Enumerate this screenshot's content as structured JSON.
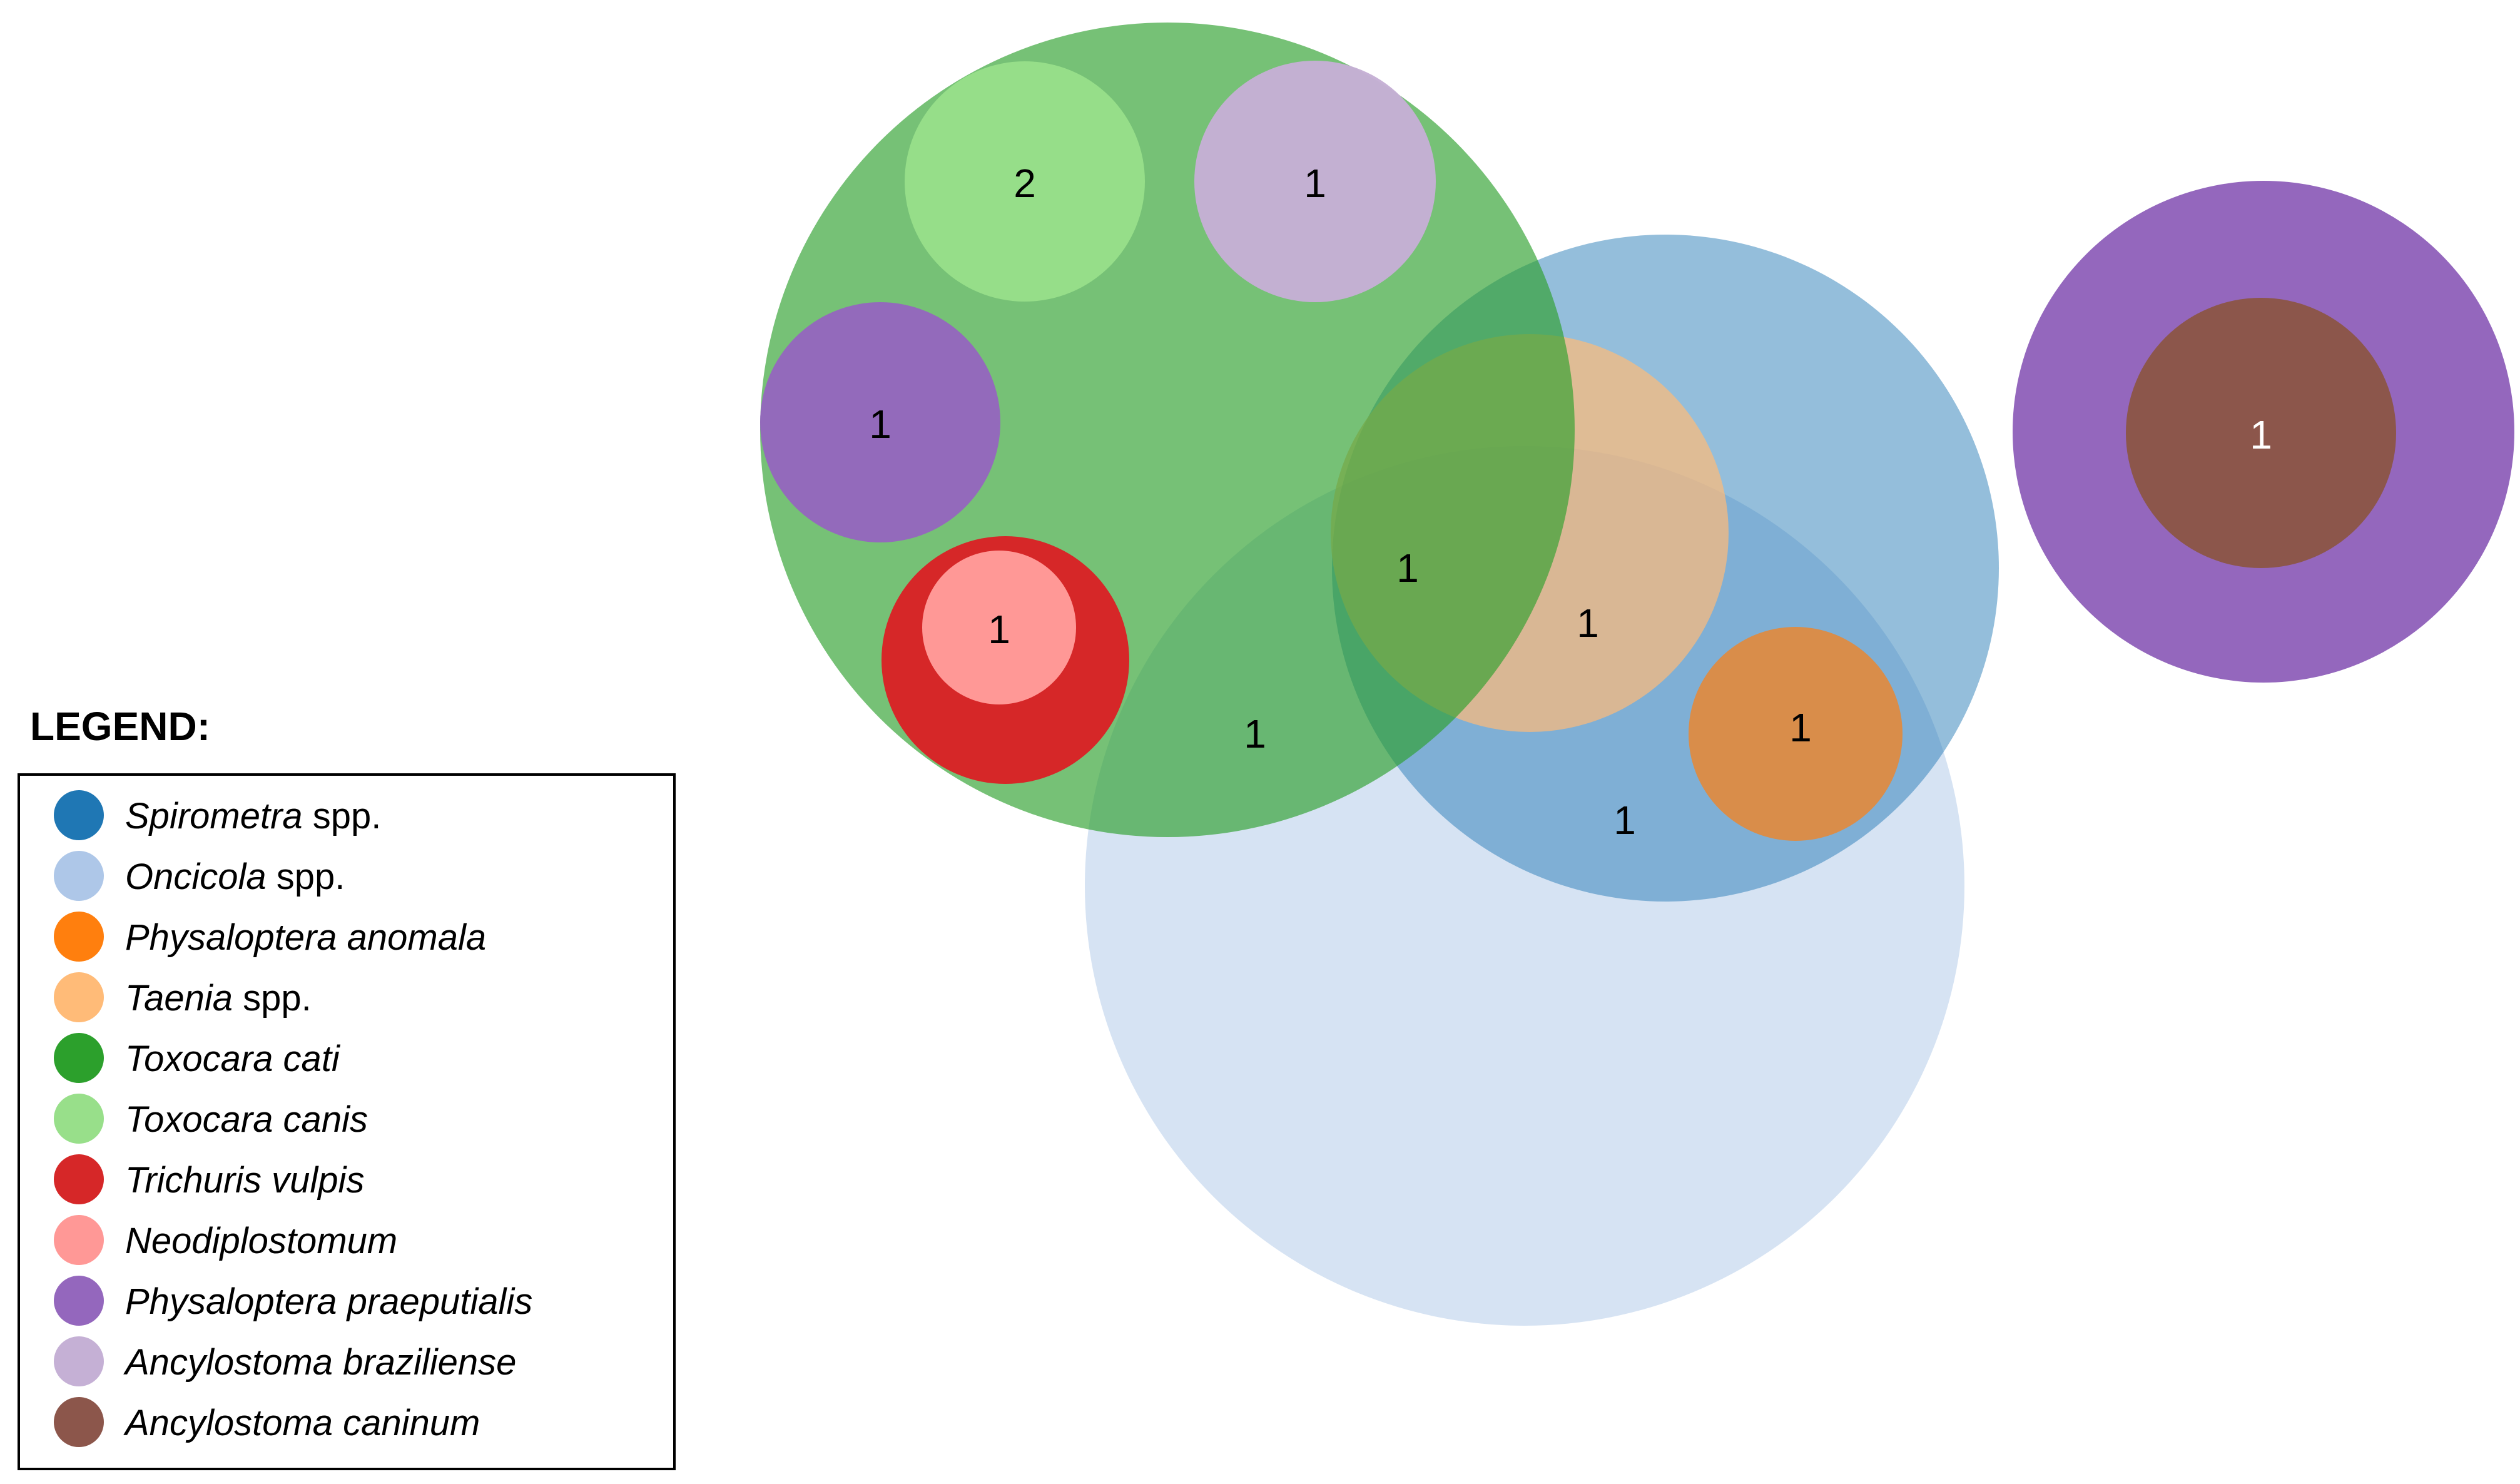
{
  "legend": {
    "title": "LEGEND:",
    "items": [
      {
        "id": "spirometra",
        "genus": "Spirometra",
        "suffix": " spp.",
        "color": "#1f77b4"
      },
      {
        "id": "oncicola",
        "genus": "Oncicola",
        "suffix": " spp.",
        "color": "#aec7e8"
      },
      {
        "id": "physaloptera-anomala",
        "genus": "Physaloptera anomala",
        "suffix": "",
        "color": "#ff7f0e"
      },
      {
        "id": "taenia",
        "genus": "Taenia",
        "suffix": " spp.",
        "color": "#ffbb78"
      },
      {
        "id": "toxocara-cati",
        "genus": "Toxocara cati",
        "suffix": "",
        "color": "#2ca02c"
      },
      {
        "id": "toxocara-canis",
        "genus": "Toxocara canis",
        "suffix": "",
        "color": "#98df8a"
      },
      {
        "id": "trichuris-vulpis",
        "genus": "Trichuris vulpis",
        "suffix": "",
        "color": "#d62728"
      },
      {
        "id": "neodiplostomum",
        "genus": "Neodiplostomum",
        "suffix": "",
        "color": "#ff9896"
      },
      {
        "id": "physaloptera-praeputialis",
        "genus": "Physaloptera praeputialis",
        "suffix": "",
        "color": "#9467bd"
      },
      {
        "id": "ancylostoma-braziliense",
        "genus": "Ancylostoma braziliense",
        "suffix": "",
        "color": "#c5b0d5"
      },
      {
        "id": "ancylostoma-caninum",
        "genus": "Ancylostoma caninum",
        "suffix": "",
        "color": "#8c564b"
      }
    ]
  },
  "regions": [
    {
      "id": "toxocara-canis-only",
      "count": "2"
    },
    {
      "id": "ancylostoma-braziliense-only",
      "count": "1"
    },
    {
      "id": "physaloptera-praeputialis-only",
      "count": "1"
    },
    {
      "id": "trichuris-neodiplostomum",
      "count": "1"
    },
    {
      "id": "cati-oncicola",
      "count": "1"
    },
    {
      "id": "cati-spirometra-taenia-oncicola",
      "count": "1"
    },
    {
      "id": "spirometra-taenia-oncicola",
      "count": "1"
    },
    {
      "id": "spirometra-anomala-oncicola",
      "count": "1"
    },
    {
      "id": "spirometra-oncicola",
      "count": "1"
    },
    {
      "id": "praeputialis-caninum",
      "count": "1"
    }
  ]
}
